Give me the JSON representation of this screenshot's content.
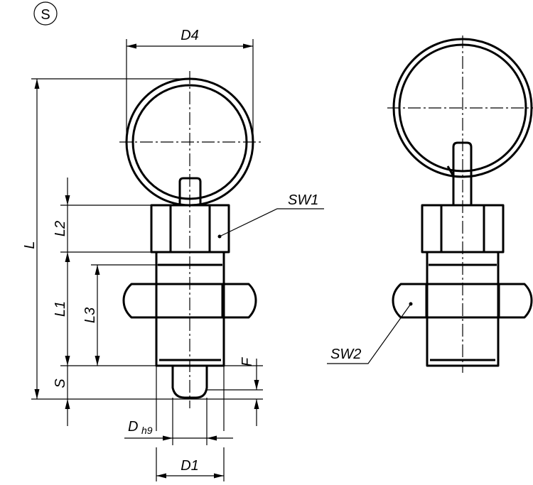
{
  "symbol": "S",
  "labels": {
    "D4": "D4",
    "L": "L",
    "L2": "L2",
    "L1": "L1",
    "L3": "L3",
    "S": "S",
    "F": "F",
    "D": "D",
    "h9": "h9",
    "D1": "D1",
    "SW1": "SW1",
    "SW2": "SW2"
  }
}
